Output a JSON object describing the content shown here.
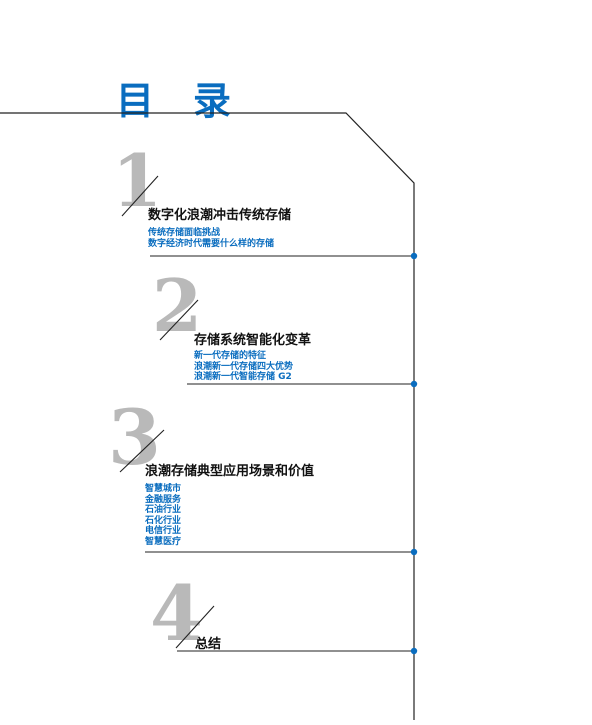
{
  "title": {
    "char1": "目",
    "char2": "录"
  },
  "colors": {
    "accent": "#0a6dbf",
    "numeral": "#b9b9b9",
    "line": "#222222"
  },
  "sections": [
    {
      "number": "1",
      "title": "数字化浪潮冲击传统存储",
      "items": [
        "传统存储面临挑战",
        "数字经济时代需要什么样的存储"
      ]
    },
    {
      "number": "2",
      "title": "存储系统智能化变革",
      "items": [
        "新一代存储的特征",
        "浪潮新一代存储四大优势",
        "浪潮新一代智能存储 G2"
      ]
    },
    {
      "number": "3",
      "title": "浪潮存储典型应用场景和价值",
      "items": [
        "智慧城市",
        "金融服务",
        "石油行业",
        "石化行业",
        "电信行业",
        "智慧医疗"
      ]
    },
    {
      "number": "4",
      "title": "总结",
      "items": []
    }
  ]
}
